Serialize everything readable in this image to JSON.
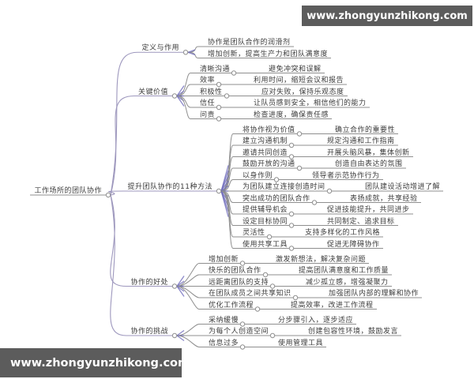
{
  "watermark": {
    "text": "www.zhongyunzhikong.com"
  },
  "colors": {
    "line": "#8f8f8f",
    "root_line": "#9d97bd",
    "fan_purple": "#6f6cbb",
    "text": "#3b3b3b",
    "watermark_bg": "#5c5c5c",
    "watermark_text": "#ffffff"
  },
  "mindmap": {
    "root": {
      "label": "工作场所的团队协作"
    },
    "branches": [
      {
        "label": "定义与作用",
        "children": [
          {
            "label": "协作是团队合作的润滑剂"
          },
          {
            "label": "增加创新，提高生产力和团队满意度"
          }
        ]
      },
      {
        "label": "关键价值",
        "children": [
          {
            "label": "清晰沟通",
            "children": [
              {
                "label": "避免冲突和误解"
              }
            ]
          },
          {
            "label": "效率",
            "children": [
              {
                "label": "利用时间，缩短会议和报告"
              }
            ]
          },
          {
            "label": "积极性",
            "children": [
              {
                "label": "应对失败，保持乐观态度"
              }
            ]
          },
          {
            "label": "信任",
            "children": [
              {
                "label": "让队员感到安全，相信他们的能力"
              }
            ]
          },
          {
            "label": "问责",
            "children": [
              {
                "label": "检查进度，确保责任感"
              }
            ]
          }
        ]
      },
      {
        "label": "提升团队协作的11种方法",
        "children": [
          {
            "label": "将协作视为价值",
            "children": [
              {
                "label": "确立合作的重要性"
              }
            ]
          },
          {
            "label": "建立沟通机制",
            "children": [
              {
                "label": "规定沟通和工作指南"
              }
            ]
          },
          {
            "label": "邀请共同创造",
            "children": [
              {
                "label": "开展头脑风暴，集体创新"
              }
            ]
          },
          {
            "label": "鼓励开放的沟通",
            "children": [
              {
                "label": "创造自由表达的氛围"
              }
            ]
          },
          {
            "label": "以身作则",
            "children": [
              {
                "label": "领导者示范协作行为"
              }
            ]
          },
          {
            "label": "为团队建立连接创造时间",
            "children": [
              {
                "label": "团队建设活动增进了解"
              }
            ]
          },
          {
            "label": "突出成功的团队合作",
            "children": [
              {
                "label": "表扬成就，共享经验"
              }
            ]
          },
          {
            "label": "提供辅导机会",
            "children": [
              {
                "label": "促进技能提升，共同进步"
              }
            ]
          },
          {
            "label": "设定目标协同",
            "children": [
              {
                "label": "共同制定、追求目标"
              }
            ]
          },
          {
            "label": "灵活性",
            "children": [
              {
                "label": "支持多样化的工作风格"
              }
            ]
          },
          {
            "label": "使用共享工具",
            "children": [
              {
                "label": "促进无障碍协作"
              }
            ]
          }
        ]
      },
      {
        "label": "协作的好处",
        "children": [
          {
            "label": "增加创新",
            "children": [
              {
                "label": "激发新想法，解决复杂问题"
              }
            ]
          },
          {
            "label": "快乐的团队合作",
            "children": [
              {
                "label": "提高团队满意度和工作质量"
              }
            ]
          },
          {
            "label": "远距离团队的支持",
            "children": [
              {
                "label": "减少孤立感，增强凝聚力"
              }
            ]
          },
          {
            "label": "在团队成员之间共享知识",
            "children": [
              {
                "label": "加强团队内部的理解和协作"
              }
            ]
          },
          {
            "label": "优化工作流程",
            "children": [
              {
                "label": "提高效率，改进工作流程"
              }
            ]
          }
        ]
      },
      {
        "label": "协作的挑战",
        "children": [
          {
            "label": "采纳缓慢",
            "children": [
              {
                "label": "分步骤引入，逐步适应"
              }
            ]
          },
          {
            "label": "为每个人创造空间",
            "children": [
              {
                "label": "创建包容性环境，鼓励发言"
              }
            ]
          },
          {
            "label": "信息过多",
            "children": [
              {
                "label": "使用管理工具"
              }
            ]
          }
        ]
      }
    ]
  }
}
